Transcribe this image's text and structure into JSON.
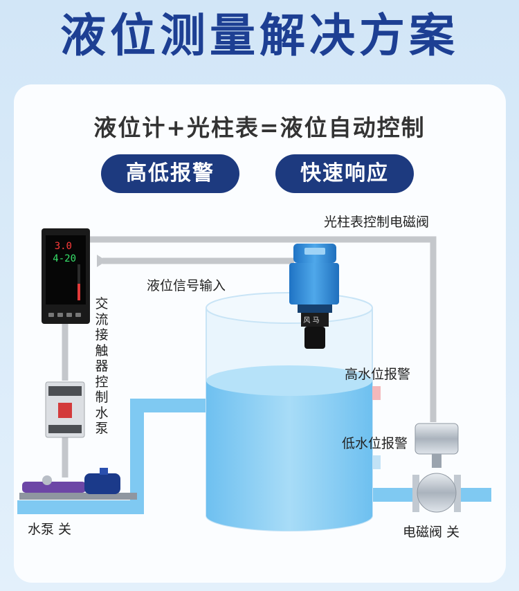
{
  "title": "液位测量解决方案",
  "subtitle": "液位计+光柱表=液位自动控制",
  "badges": [
    "高低报警",
    "快速响应"
  ],
  "labels": {
    "valve_control": "光柱表控制电磁阀",
    "signal_input": "液位信号输入",
    "contactor": "交流接触器控制水泵",
    "high_alarm": "高水位报警",
    "low_alarm": "低水位报警",
    "pump_status": "水泵 关",
    "valve_status": "电磁阀 关"
  },
  "meter": {
    "display_top": "3.0",
    "display_mid": "4-20"
  },
  "sensor_brand": "风 马",
  "colors": {
    "title": "#1d3f93",
    "badge": "#1d3a7f",
    "water": "#7fc9f2",
    "sensor": "#2e8fd6"
  }
}
